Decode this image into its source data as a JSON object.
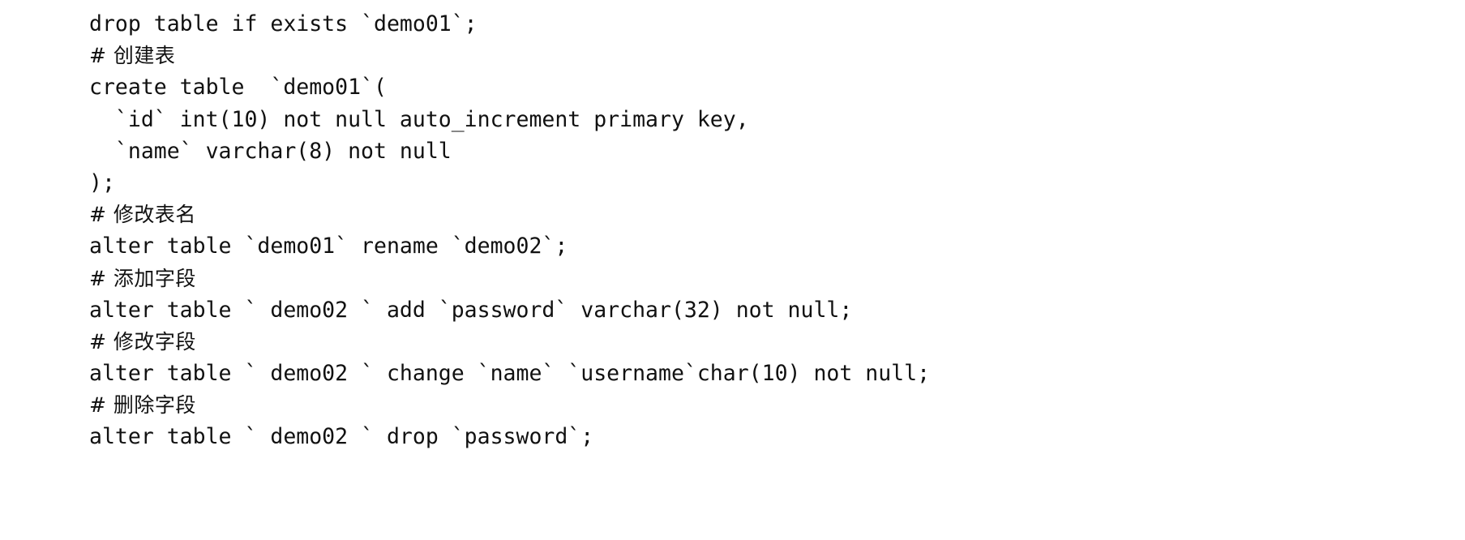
{
  "document": {
    "kind": "sql-code-snippet",
    "background_color": "#ffffff",
    "text_color": "#111111",
    "lines": [
      {
        "id": "line-1",
        "text": "drop table if exists `demo01`;",
        "type": "sql",
        "indent": 0
      },
      {
        "id": "line-2",
        "text": "# 创建表",
        "type": "comment",
        "indent": 0
      },
      {
        "id": "line-3",
        "text": "create table  `demo01`(",
        "type": "sql",
        "indent": 0
      },
      {
        "id": "line-4",
        "text": "  `id` int(10) not null auto_increment primary key,",
        "type": "sql",
        "indent": 1
      },
      {
        "id": "line-5",
        "text": "  `name` varchar(8) not null",
        "type": "sql",
        "indent": 1
      },
      {
        "id": "line-6",
        "text": ");",
        "type": "sql",
        "indent": 0
      },
      {
        "id": "line-7",
        "text": "# 修改表名",
        "type": "comment",
        "indent": 0
      },
      {
        "id": "line-8",
        "text": "alter table `demo01` rename `demo02`;",
        "type": "sql",
        "indent": 0
      },
      {
        "id": "line-9",
        "text": "# 添加字段",
        "type": "comment",
        "indent": 0
      },
      {
        "id": "line-10",
        "text": "alter table ` demo02 ` add `password` varchar(32) not null;",
        "type": "sql",
        "indent": 0
      },
      {
        "id": "line-11",
        "text": "# 修改字段",
        "type": "comment",
        "indent": 0
      },
      {
        "id": "line-12",
        "text": "alter table ` demo02 ` change `name` `username`char(10) not null;",
        "type": "sql",
        "indent": 0
      },
      {
        "id": "line-13",
        "text": "# 删除字段",
        "type": "comment",
        "indent": 0
      },
      {
        "id": "line-14",
        "text": "alter table ` demo02 ` drop `password`;",
        "type": "sql",
        "indent": 0
      }
    ]
  }
}
